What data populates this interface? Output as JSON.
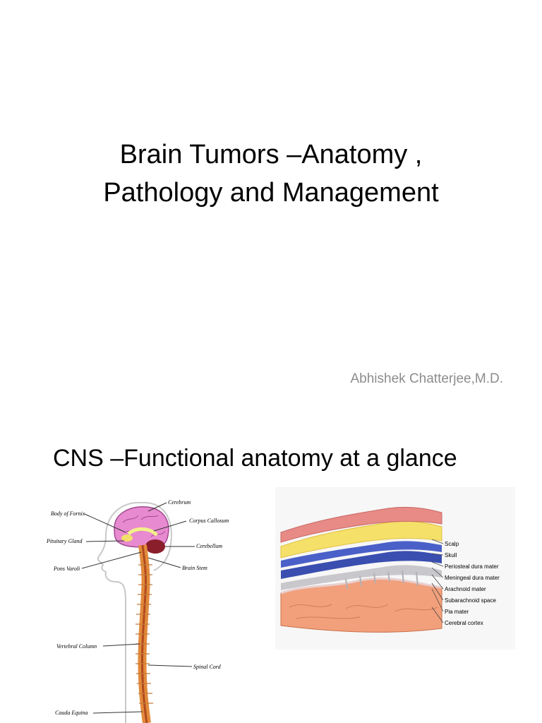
{
  "slide1": {
    "title_line1": "Brain Tumors –Anatomy ,",
    "title_line2": "Pathology and Management",
    "author": "Abhishek Chatterjee,M.D."
  },
  "slide2": {
    "title": "CNS –Functional anatomy at a glance",
    "left_figure_labels": {
      "cerebrum": "Cerebrum",
      "body_of_fornix": "Body of Fornix",
      "corpus_callosum": "Corpus Callosum",
      "pituitary_gland": "Pituitary Gland",
      "cerebellum": "Cerebellum",
      "pons_varoli": "Pons Varoli",
      "brain_stem": "Brain Stem",
      "vertebral_column": "Vertebral Column",
      "spinal_cord": "Spinal Cord",
      "cauda_equina": "Cauda Equina"
    },
    "right_figure_labels": {
      "scalp": "Scalp",
      "skull": "Skull",
      "periosteal": "Periosteal dura mater",
      "meningeal": "Meningeal dura mater",
      "arachnoid": "Arachnoid mater",
      "subarachnoid": "Subarachnoid space",
      "pia": "Pia mater",
      "cortex": "Cerebral cortex"
    }
  }
}
